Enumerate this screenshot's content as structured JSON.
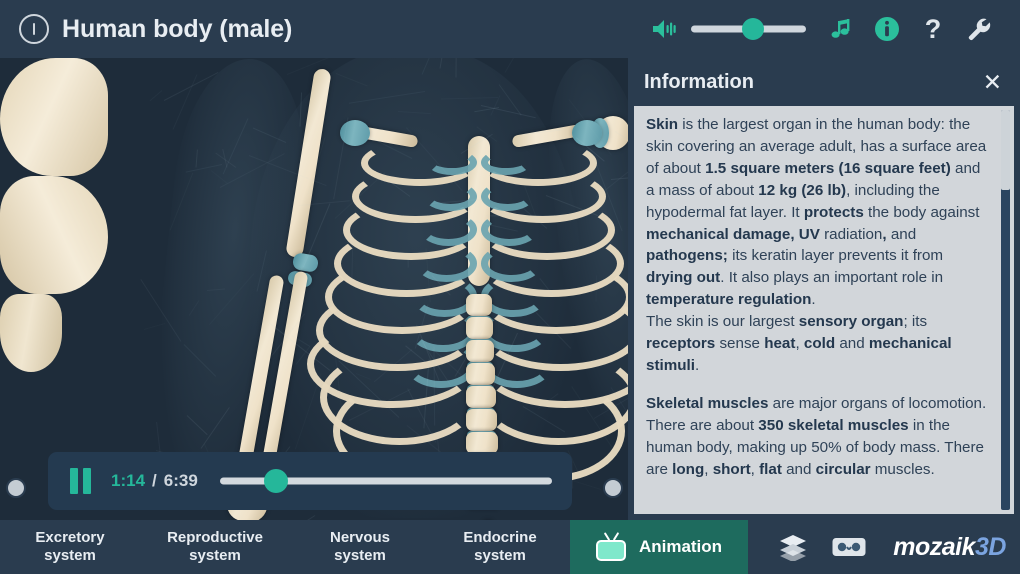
{
  "header": {
    "title": "Human body (male)",
    "power_icon": "info-power-icon",
    "tools": [
      {
        "name": "speaker-icon",
        "label": "Volume"
      },
      {
        "name": "music-note-icon",
        "label": "Music"
      },
      {
        "name": "info-circle-icon",
        "label": "Information"
      },
      {
        "name": "question-mark-icon",
        "label": "Help"
      },
      {
        "name": "wrench-icon",
        "label": "Settings"
      }
    ],
    "volume_value": 54
  },
  "player": {
    "state": "playing",
    "pause_icon": "pause-icon",
    "current_time": "1:14",
    "separator": "/",
    "total_time": "6:39",
    "progress_percent": 17
  },
  "info_panel": {
    "title": "Information",
    "close_label": "✕",
    "scroll_percent": 20,
    "paragraphs": [
      {
        "gap": false,
        "runs": [
          {
            "t": "Skin",
            "b": true
          },
          {
            "t": " is the largest organ in the human body: the skin covering an average adult, has a surface area of about ",
            "b": false
          },
          {
            "t": "1.5 square meters (16 square feet)",
            "b": true
          },
          {
            "t": " and a mass of about ",
            "b": false
          },
          {
            "t": "12 kg (26 lb)",
            "b": true
          },
          {
            "t": ", including the hypodermal fat layer. It ",
            "b": false
          },
          {
            "t": "protects",
            "b": true
          },
          {
            "t": " the body against ",
            "b": false
          },
          {
            "t": "mechanical damage, UV",
            "b": true
          },
          {
            "t": " radiation",
            "b": false
          },
          {
            "t": ",",
            "b": true
          },
          {
            "t": " and ",
            "b": false
          },
          {
            "t": "pathogens;",
            "b": true
          },
          {
            "t": " its keratin layer prevents it from ",
            "b": false
          },
          {
            "t": "drying out",
            "b": true
          },
          {
            "t": ". It also plays an important role in ",
            "b": false
          },
          {
            "t": "temperature regulation",
            "b": true
          },
          {
            "t": ".",
            "b": false
          }
        ]
      },
      {
        "gap": false,
        "runs": [
          {
            "t": "The skin is our largest ",
            "b": false
          },
          {
            "t": "sensory organ",
            "b": true
          },
          {
            "t": "; its ",
            "b": false
          },
          {
            "t": "receptors",
            "b": true
          },
          {
            "t": " sense ",
            "b": false
          },
          {
            "t": "heat",
            "b": true
          },
          {
            "t": ", ",
            "b": false
          },
          {
            "t": "cold",
            "b": true
          },
          {
            "t": " and ",
            "b": false
          },
          {
            "t": "mechanical stimuli",
            "b": true
          },
          {
            "t": ".",
            "b": false
          }
        ]
      },
      {
        "gap": true,
        "runs": [
          {
            "t": "Skeletal muscles",
            "b": true
          },
          {
            "t": " are major organs of locomotion. There are about ",
            "b": false
          },
          {
            "t": "350 skeletal muscles",
            "b": true
          },
          {
            "t": " in the human body, making up 50% of body mass. There are ",
            "b": false
          },
          {
            "t": "long",
            "b": true
          },
          {
            "t": ", ",
            "b": false
          },
          {
            "t": "short",
            "b": true
          },
          {
            "t": ", ",
            "b": false
          },
          {
            "t": "flat",
            "b": true
          },
          {
            "t": " and ",
            "b": false
          },
          {
            "t": "circular",
            "b": true
          },
          {
            "t": " muscles.",
            "b": false
          }
        ]
      }
    ]
  },
  "bottom_bar": {
    "systems": [
      {
        "line1": "Excretory",
        "line2": "system"
      },
      {
        "line1": "Reproductive",
        "line2": "system"
      },
      {
        "line1": "Nervous",
        "line2": "system"
      },
      {
        "line1": "Endocrine",
        "line2": "system"
      }
    ],
    "animation_label": "Animation",
    "animation_icon": "tv-icon",
    "layers_icon": "layers-icon",
    "vr_icon": "vr-goggles-icon",
    "logo_primary": "mozaik",
    "logo_accent": "3D"
  },
  "colors": {
    "header_bg": "#2a3c4f",
    "viewport_bg": "#1e2c3a",
    "accent_teal": "#25b79a",
    "animation_bg": "#1e6b5e",
    "panel_body_bg": "#d2d6da",
    "text_light": "#e8edf2",
    "logo_accent": "#7ba4e0",
    "bone": "#efe2c9",
    "cartilage": "#6aa4b0"
  }
}
